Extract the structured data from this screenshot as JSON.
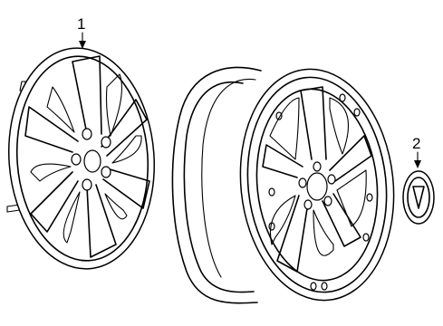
{
  "diagram": {
    "callouts": [
      {
        "id": "1",
        "label": "1"
      },
      {
        "id": "2",
        "label": "2"
      }
    ],
    "parts": [
      {
        "callout": "1",
        "icon": "wheel-cover-icon"
      },
      {
        "icon": "alloy-wheel-icon"
      },
      {
        "callout": "2",
        "icon": "center-cap-icon"
      }
    ]
  }
}
